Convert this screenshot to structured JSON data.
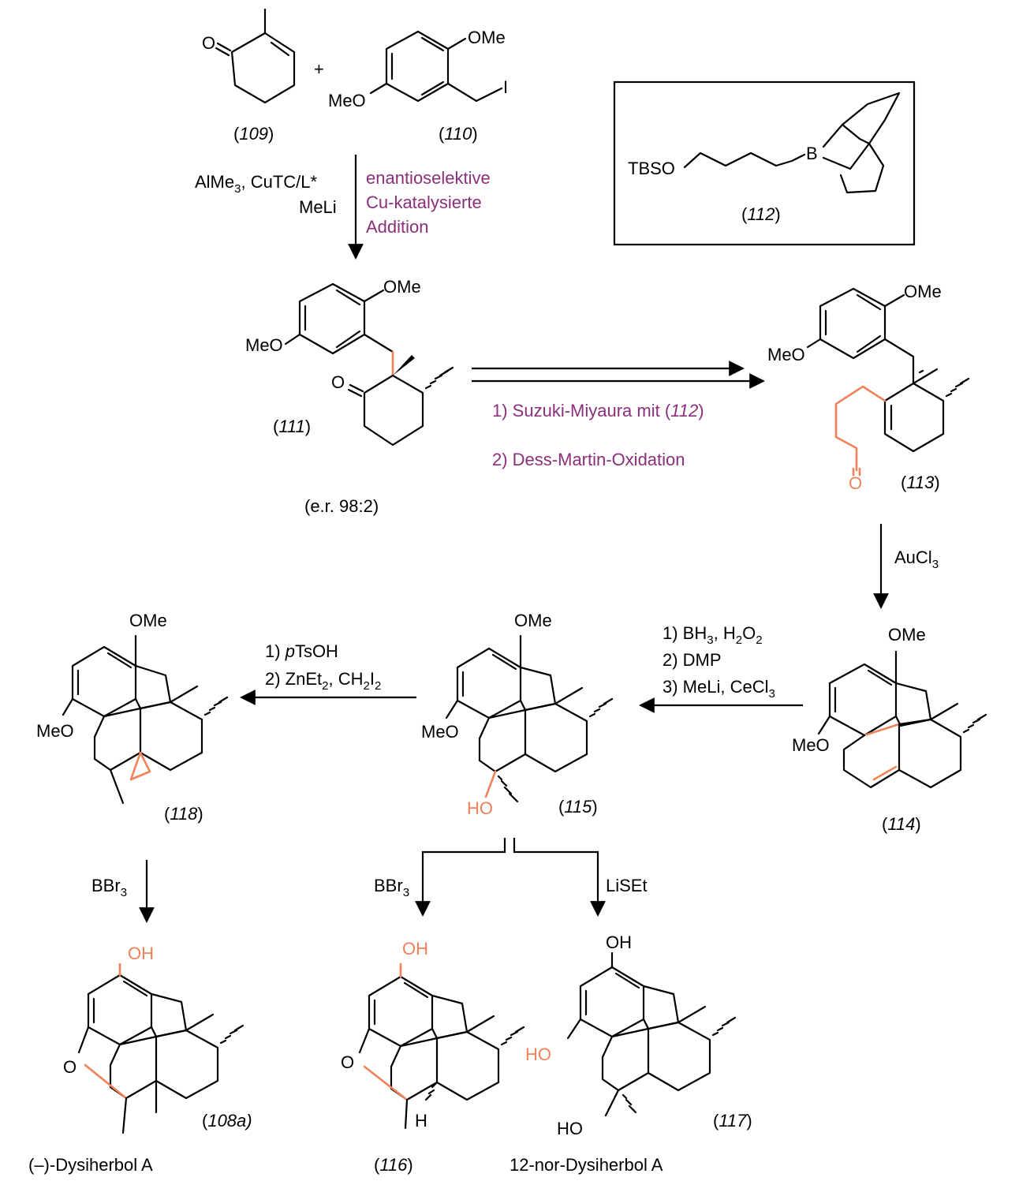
{
  "colors": {
    "accent": "#8a2f7a",
    "highlight": "#f0825a"
  },
  "compounds": {
    "c109": {
      "pre": "(",
      "num": "109",
      "post": ")"
    },
    "c110": {
      "pre": "(",
      "num": "110",
      "post": ")"
    },
    "c111": {
      "pre": "(",
      "num": "111",
      "post": ")"
    },
    "c112": {
      "pre": "(",
      "num": "112",
      "post": ")"
    },
    "c113": {
      "pre": "(",
      "num": "113",
      "post": ")"
    },
    "c114": {
      "pre": "(",
      "num": "114",
      "post": ")"
    },
    "c115": {
      "pre": "(",
      "num": "115",
      "post": ")"
    },
    "c116": {
      "pre": "(",
      "num": "116",
      "post": ")"
    },
    "c117": {
      "pre": "(",
      "num": "117",
      "post": ")"
    },
    "c118": {
      "pre": "(",
      "num": "118",
      "post": ")"
    },
    "c108a": {
      "pre": "(",
      "num": "108a)",
      "post": ""
    }
  },
  "atoms": {
    "o": "O",
    "ome": "OMe",
    "meo": "MeO",
    "i": "I",
    "b": "B",
    "tbso": "TBSO",
    "ho": "HO",
    "oh": "OH",
    "h": "H",
    "plus": "+"
  },
  "labels": {
    "er": "(e.r. 98:2)",
    "dysiherbol": "(–)-Dysiherbol A",
    "nor": "12-nor-Dysiherbol A"
  },
  "reagents": {
    "step1_a": "AlMe",
    "step1_a_sub": "3",
    "step1_b": ", CuTC/L*",
    "step1_c": "MeLi",
    "step1_desc": [
      "enantioselektive",
      "Cu-katalysierte",
      "Addition"
    ],
    "step2_a": "1) Suzuki-Miyaura mit (",
    "step2_a_num": "112",
    "step2_a_end": ")",
    "step2_b": "2) Dess-Martin-Oxidation",
    "step3": "AuCl",
    "step3_sub": "3",
    "step4": {
      "l1a": "1) BH",
      "l1s": "3",
      "l1b": ", H",
      "l1s2": "2",
      "l1c": "O",
      "l1s3": "2",
      "l2": "2) DMP",
      "l3a": "3) MeLi, CeCl",
      "l3s": "3"
    },
    "step5": {
      "l1a": "1) ",
      "l1i": "p",
      "l1b": "TsOH",
      "l2a": "2) ZnEt",
      "l2s": "2",
      "l2b": ", CH",
      "l2s2": "2",
      "l2c": "I",
      "l2s3": "2"
    },
    "step6": "BBr",
    "step6_sub": "3",
    "step7": "BBr",
    "step7_sub": "3",
    "step8": "LiSEt"
  }
}
